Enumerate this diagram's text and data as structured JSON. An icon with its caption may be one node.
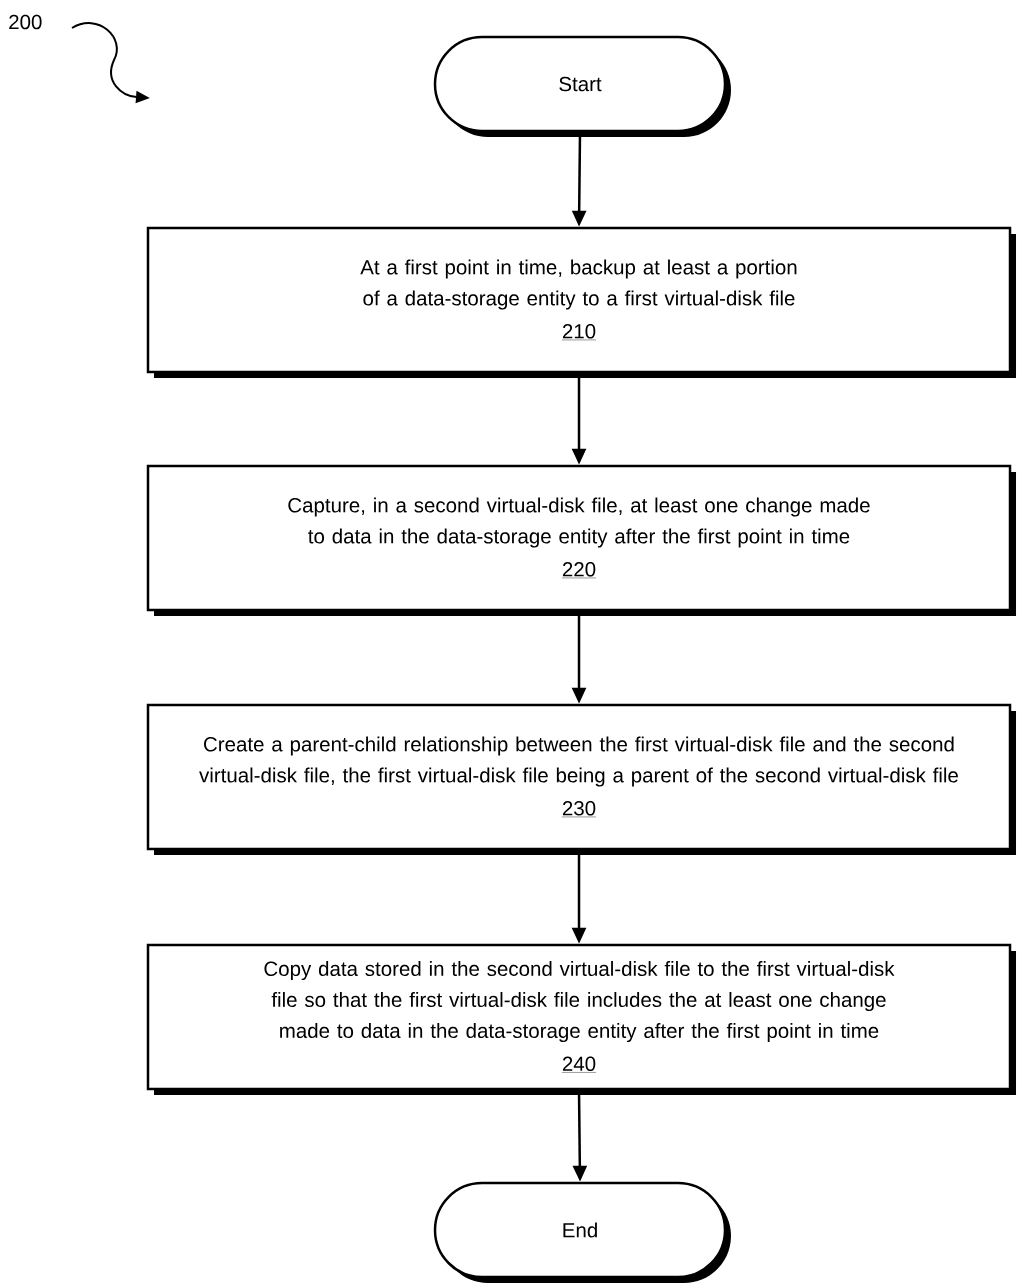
{
  "diagram": {
    "nodes": [
      {
        "text": [
          "Start"
        ]
      },
      {
        "text": [
          "At a first point in time, backup at least a portion of a data-storage entity to a first virtual-disk file",
          "210"
        ]
      },
      {
        "text": [
          "Capture, in a second virtual-disk file, at least one change made to data in the data-storage entity after the first point in time",
          "220"
        ]
      },
      {
        "text": [
          "Create a parent-child relationship between the first virtual-disk file and the second virtual-disk file, the first virtual-disk file being a parent of the second virtual-disk file",
          "230"
        ]
      },
      {
        "text": [
          "Copy data stored in the second virtual-disk file to the first virtual-disk file so that the first virtual-disk file includes the at least one change made to data in the data-storage entity after the first point in time",
          "240"
        ]
      },
      {
        "text": [
          "End"
        ]
      }
    ],
    "edges": [
      {
        "from": 0,
        "to": 1,
        "arrow": "to"
      },
      {
        "from": 1,
        "to": 2,
        "arrow": "to"
      },
      {
        "from": 2,
        "to": 3,
        "arrow": "to"
      },
      {
        "from": 3,
        "to": 4,
        "arrow": "to"
      },
      {
        "from": 4,
        "to": 5,
        "arrow": "to"
      }
    ],
    "labels": [
      "200"
    ]
  }
}
